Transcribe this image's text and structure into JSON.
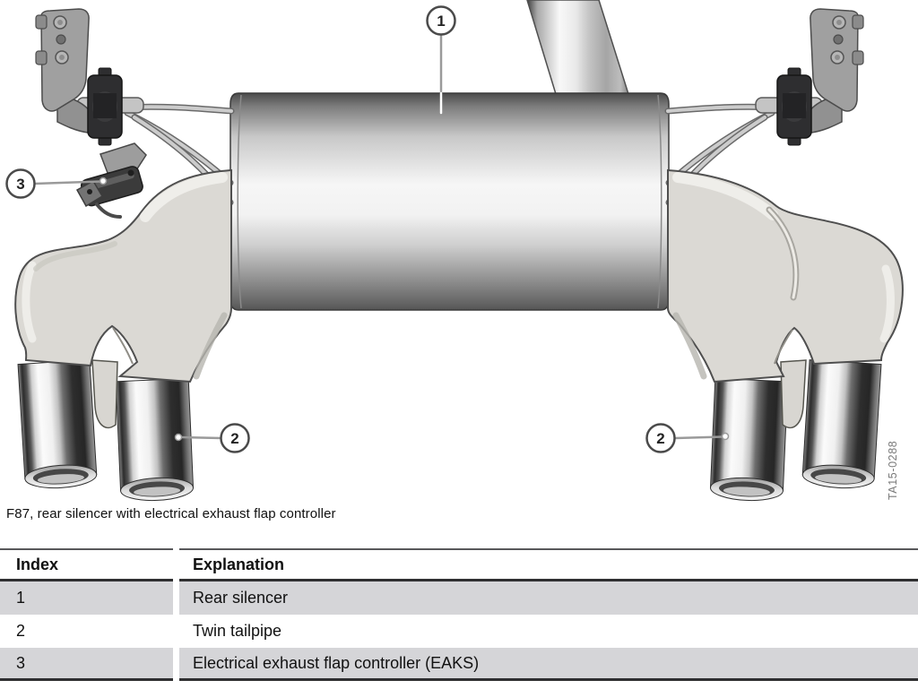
{
  "figure": {
    "caption": "F87, rear silencer with electrical exhaust flap controller",
    "drawing_code": "TA15-0288",
    "callouts": {
      "silencer": "1",
      "tailpipe": "2",
      "flap_controller": "3"
    }
  },
  "legend_table": {
    "headers": {
      "index": "Index",
      "explanation": "Explanation"
    },
    "rows": [
      {
        "index": "1",
        "explanation": "Rear silencer"
      },
      {
        "index": "2",
        "explanation": "Twin tailpipe"
      },
      {
        "index": "3",
        "explanation": "Electrical exhaust flap controller (EAKS)"
      }
    ]
  },
  "colors": {
    "row_stripe": "#d5d5d8",
    "table_rule": "#2f2f31",
    "leader_line": "#9a9a9a",
    "callout_stroke": "#4a4a4a",
    "drawing_code_text": "#7a7a7a"
  }
}
